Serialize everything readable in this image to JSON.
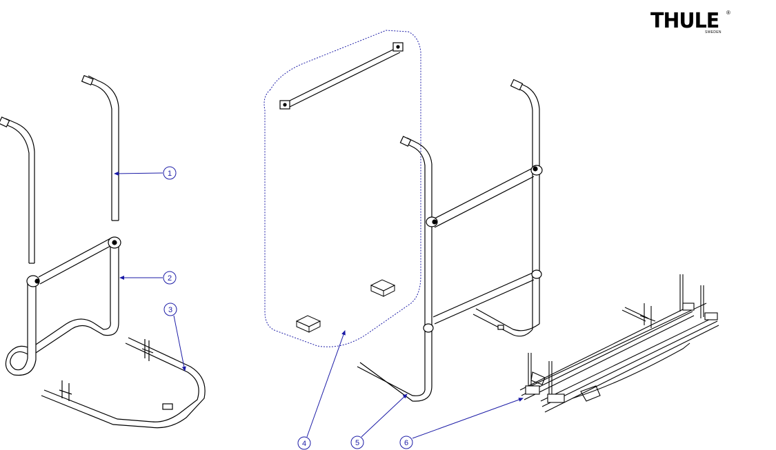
{
  "brand": {
    "name": "THULE",
    "registered_mark": "®",
    "country": "SWEDEN"
  },
  "callouts": [
    {
      "label": "1"
    },
    {
      "label": "2"
    },
    {
      "label": "3"
    },
    {
      "label": "4"
    },
    {
      "label": "5"
    },
    {
      "label": "6"
    }
  ],
  "colors": {
    "line": "#000000",
    "callout": "#1a1aa6",
    "background": "#ffffff"
  }
}
